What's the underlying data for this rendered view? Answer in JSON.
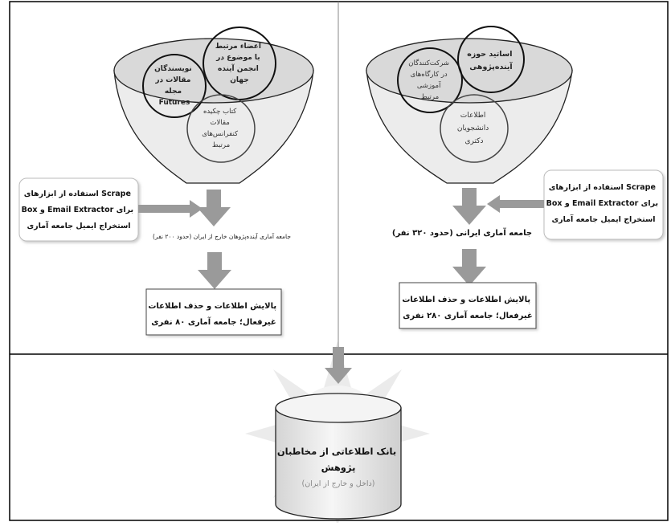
{
  "left_panel": {
    "circle_authors": [
      "نویسندگان",
      "مقالات در",
      "مجله",
      "Futures"
    ],
    "circle_members": [
      "اعضاء مرتبط",
      "با موضوع در",
      "انجمن آینده",
      "جهان"
    ],
    "circle_books": [
      "کتاب چکیده",
      "مقالات",
      "کنفرانس‌های",
      "مرتبط"
    ],
    "tool_box": [
      "استفاده از ابزارهای  Scrape",
      "Box و Email Extractor برای",
      "استخراج ایمیل جامعه آماری"
    ],
    "population_label": "جامعه آماری آینده‌پژوهان خارج از ایران (حدود ۲۰۰ نفر)",
    "result_box": [
      "پالایش اطلاعات و حذف اطلاعات",
      "غیرفعال؛ جامعه آماری ۸۰ نفری"
    ]
  },
  "right_panel": {
    "circle_participants": [
      "شرکت‌کنندگان",
      "در کارگاه‌های",
      "آموزشی",
      "مرتبط"
    ],
    "circle_professors": [
      "اساتید حوزه",
      "آینده‌پژوهی"
    ],
    "circle_students": [
      "اطلاعات",
      "دانشجویان",
      "دکتری"
    ],
    "tool_box": [
      "استفاده از ابزارهای  Scrape",
      "Box و Email Extractor برای",
      "استخراج ایمیل جامعه آماری"
    ],
    "population_label": "جامعه آماری ایرانی (حدود ۳۲۰ نفر)",
    "result_box": [
      "پالایش اطلاعات و حذف اطلاعات",
      "غیرفعال؛ جامعه آماری ۲۸۰ نفری"
    ]
  },
  "database": {
    "title_lines": [
      "بانک اطلاعاتی از مخاطبان",
      "پژوهش"
    ],
    "subtitle": "(داخل و خارج از ایران)"
  },
  "colors": {
    "funnel_fill": "#ececec",
    "ellipse_fill": "#d9d9d9",
    "arrow_fill": "#9a9a9a",
    "border": "#000000",
    "watermark": "#ebebeb"
  }
}
